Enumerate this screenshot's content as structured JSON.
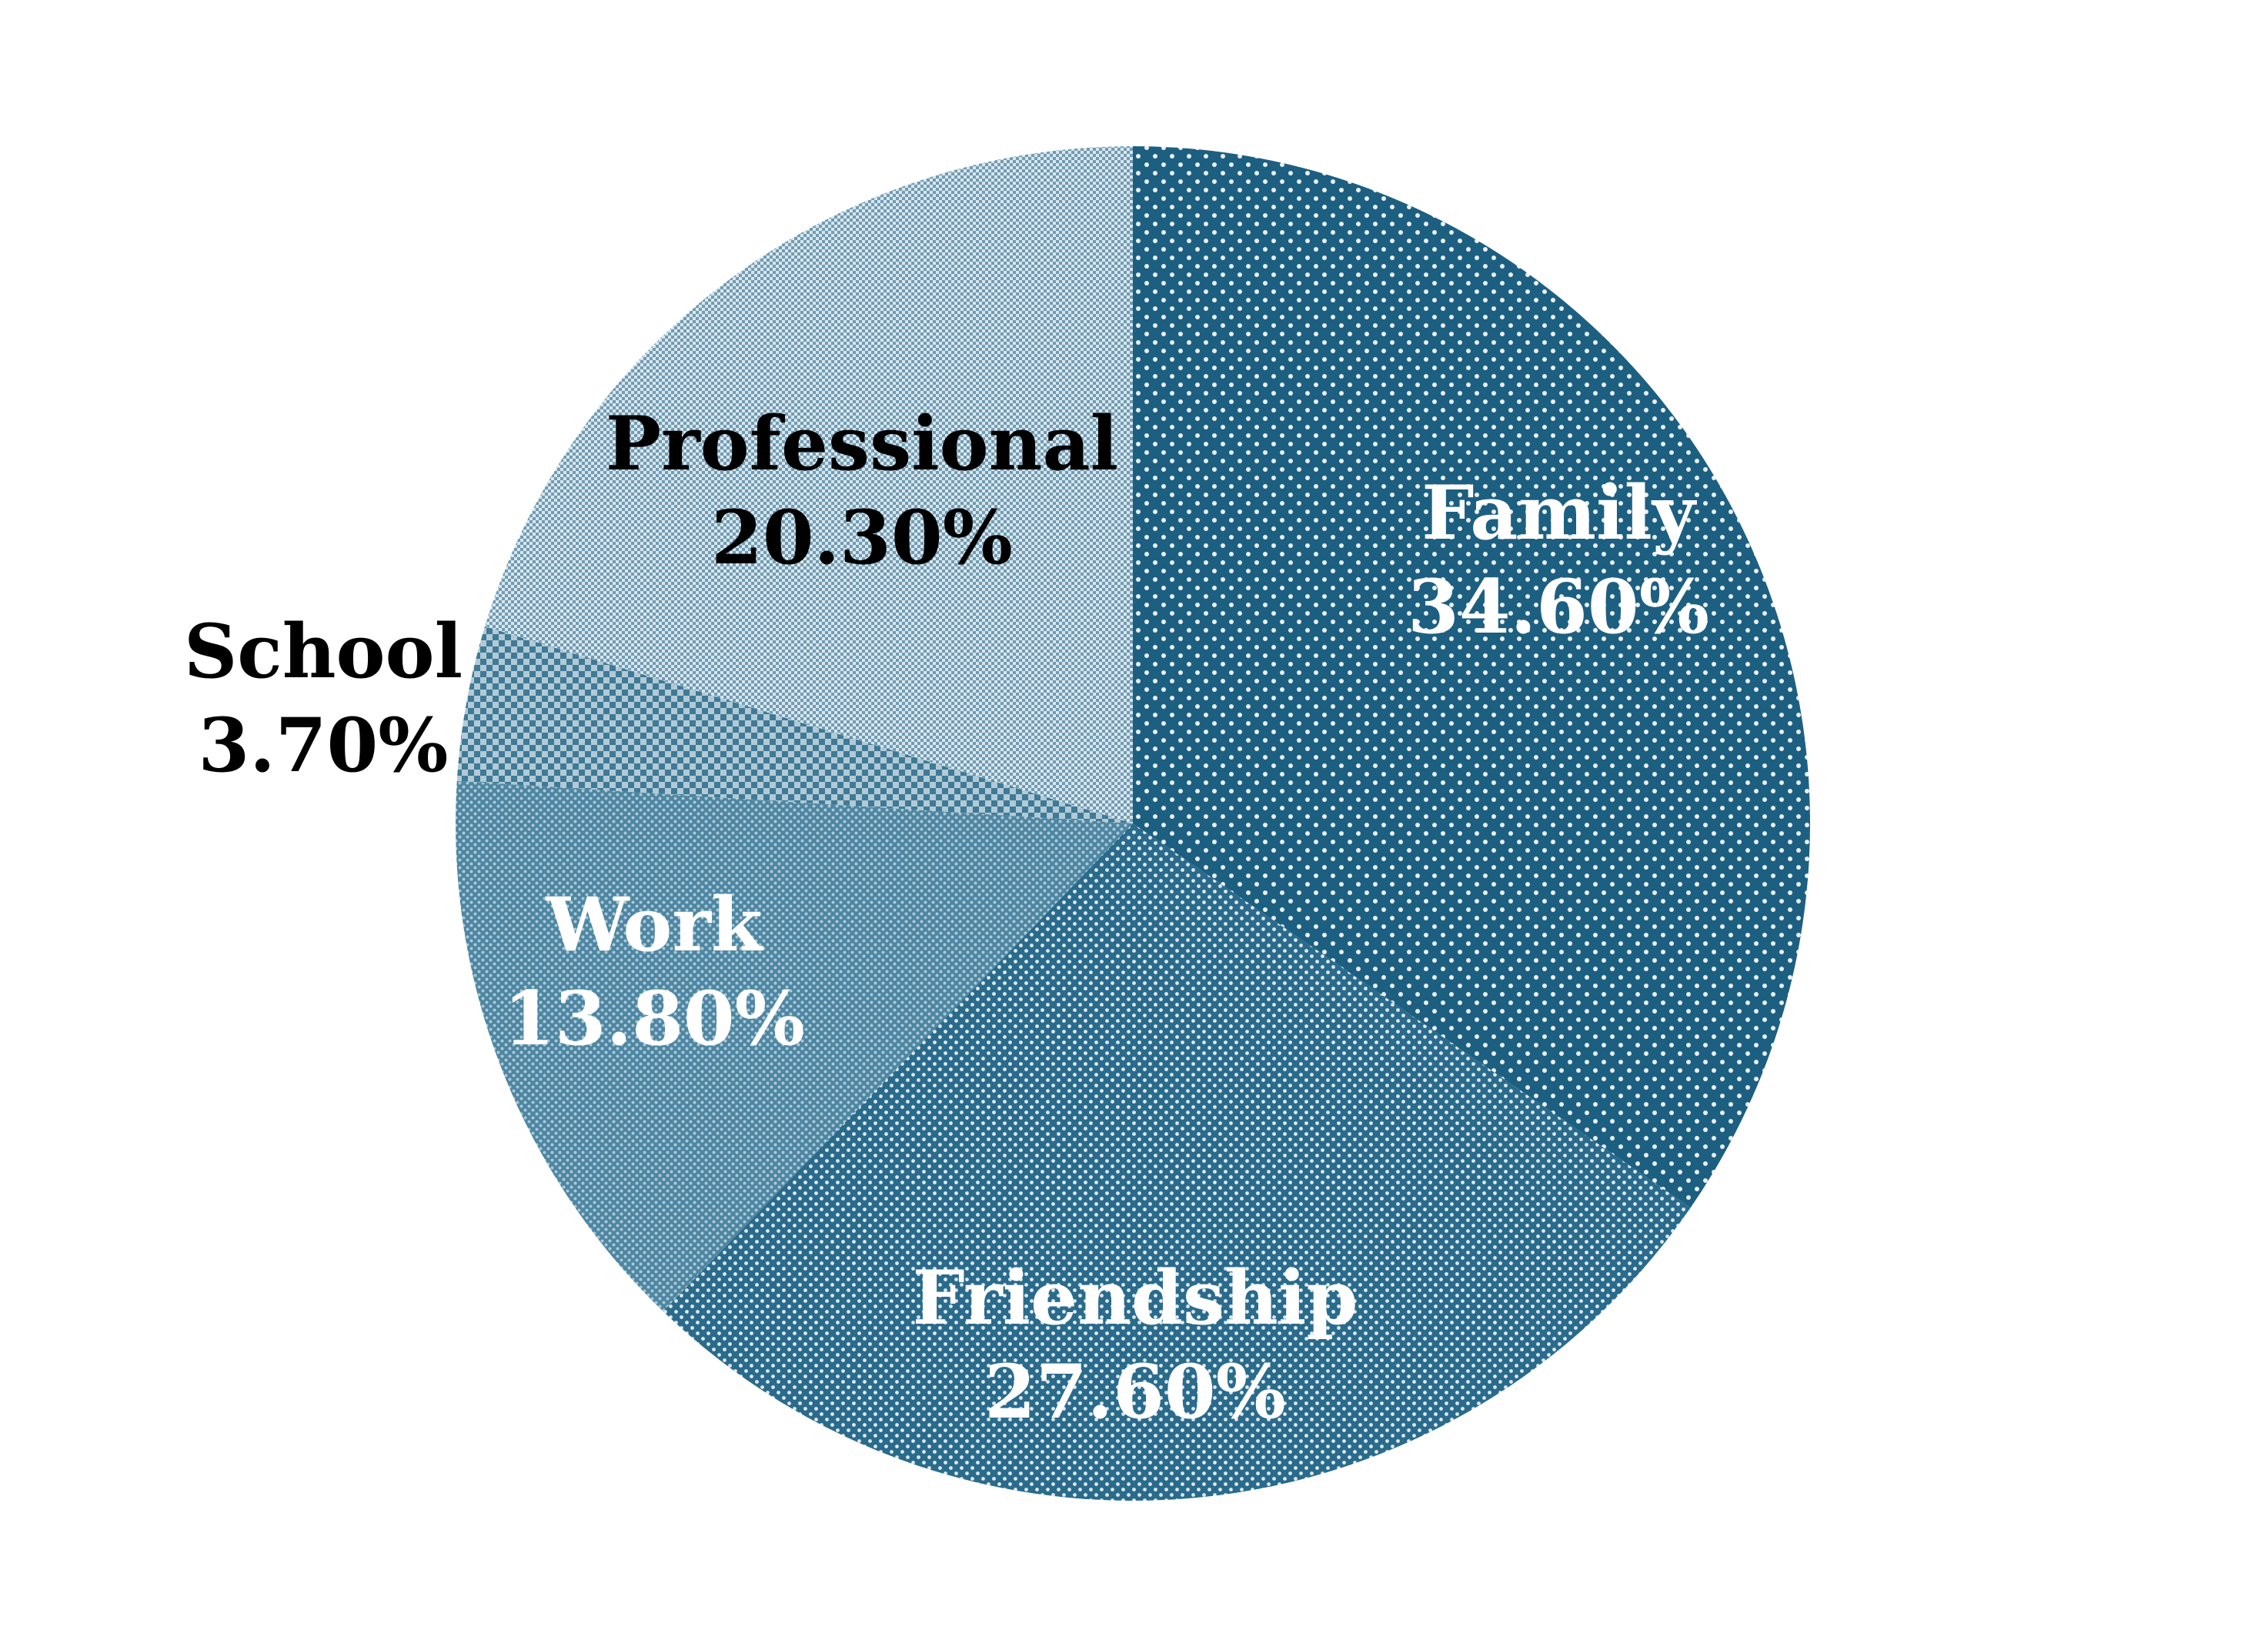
{
  "chart_data": {
    "type": "pie",
    "title": "",
    "start": "12 o'clock",
    "direction": "clockwise",
    "legend": "none",
    "slices": [
      {
        "category": "Family",
        "percent_label": "34.60%",
        "value": 34.6,
        "color": "#1d5f80",
        "pattern": "white-dots",
        "label_color": "#ffffff"
      },
      {
        "category": "Friendship",
        "percent_label": "27.60%",
        "value": 27.6,
        "color": "#2a6b8c",
        "pattern": "dense-dots",
        "label_color": "#ffffff"
      },
      {
        "category": "Work",
        "percent_label": "13.80%",
        "value": 13.8,
        "color": "#4c86a2",
        "pattern": "fine-dots",
        "label_color": "#ffffff"
      },
      {
        "category": "School",
        "percent_label": "3.70%",
        "value": 3.7,
        "color": "#3f7a97",
        "pattern": "checker",
        "label_color": "#000000"
      },
      {
        "category": "Professional",
        "percent_label": "20.30%",
        "value": 20.3,
        "color": "#8fb3c6",
        "pattern": "checker-light",
        "label_color": "#000000"
      }
    ]
  }
}
